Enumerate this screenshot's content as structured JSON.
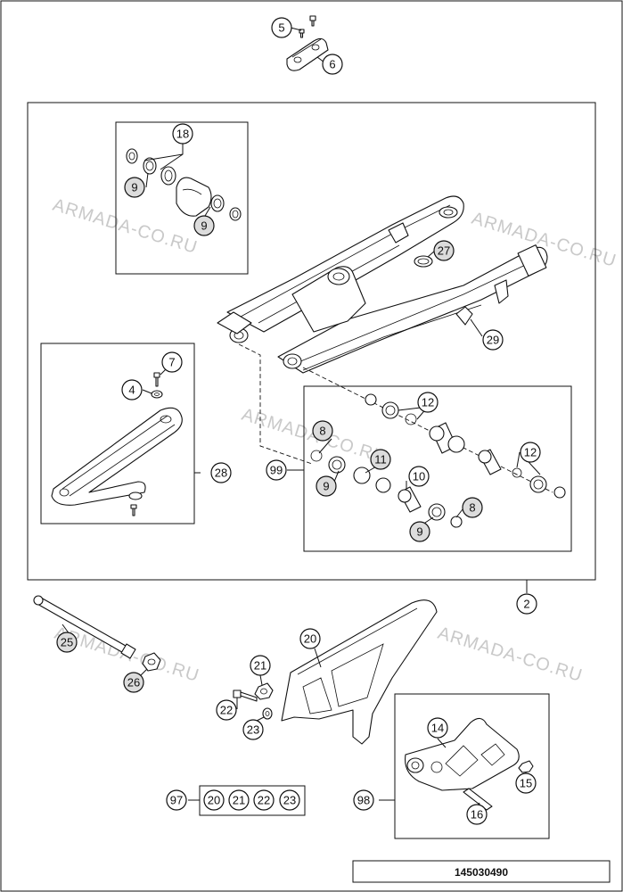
{
  "watermark": "ARMADA-CO.RU",
  "reference_number": "145030490",
  "callouts": {
    "c2": "2",
    "c4": "4",
    "c5": "5",
    "c6": "6",
    "c7": "7",
    "c8a": "8",
    "c8b": "8",
    "c9a": "9",
    "c9b": "9",
    "c9c": "9",
    "c9d": "9",
    "c10": "10",
    "c11": "11",
    "c12a": "12",
    "c12b": "12",
    "c14": "14",
    "c15": "15",
    "c16": "16",
    "c18": "18",
    "c20": "20",
    "c21": "21",
    "c22": "22",
    "c23": "23",
    "c25": "25",
    "c26": "26",
    "c27": "27",
    "c28": "28",
    "c29": "29",
    "c97": "97",
    "c98": "98",
    "c99": "99"
  },
  "kit_97_contents": [
    "20",
    "21",
    "22",
    "23"
  ]
}
